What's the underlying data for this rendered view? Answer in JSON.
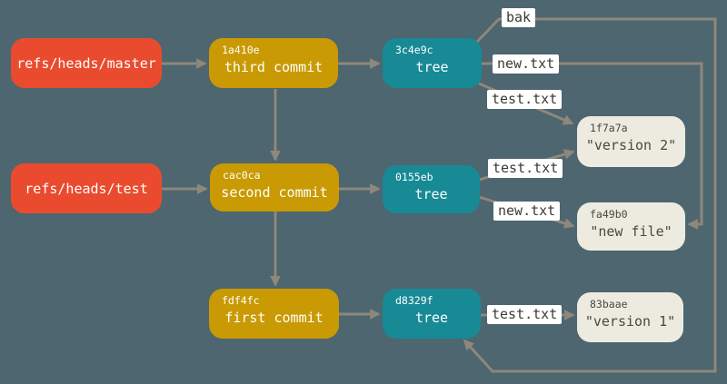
{
  "diagram": {
    "refs": [
      {
        "label": "refs/heads/master"
      },
      {
        "label": "refs/heads/test"
      }
    ],
    "commits": [
      {
        "hash": "1a410e",
        "label": "third commit"
      },
      {
        "hash": "cac0ca",
        "label": "second commit"
      },
      {
        "hash": "fdf4fc",
        "label": "first commit"
      }
    ],
    "trees": [
      {
        "hash": "3c4e9c",
        "label": "tree"
      },
      {
        "hash": "0155eb",
        "label": "tree"
      },
      {
        "hash": "d8329f",
        "label": "tree"
      }
    ],
    "blobs": [
      {
        "hash": "1f7a7a",
        "label": "\"version 2\""
      },
      {
        "hash": "fa49b0",
        "label": "\"new file\""
      },
      {
        "hash": "83baae",
        "label": "\"version 1\""
      }
    ],
    "edge_labels": {
      "bak": "bak",
      "tree1_new": "new.txt",
      "tree1_test": "test.txt",
      "tree2_test": "test.txt",
      "tree2_new": "new.txt",
      "tree3_test": "test.txt"
    },
    "colors": {
      "background": "#4d6670",
      "ref": "#ea4b2e",
      "commit": "#c99a03",
      "tree": "#178a96",
      "blob": "#edebe0",
      "arrow": "#8f877b",
      "edge_label_bg": "#ffffff",
      "edge_label_text": "#3b3a35",
      "box_text": "#ffffff",
      "blob_text": "#4c473e"
    }
  }
}
